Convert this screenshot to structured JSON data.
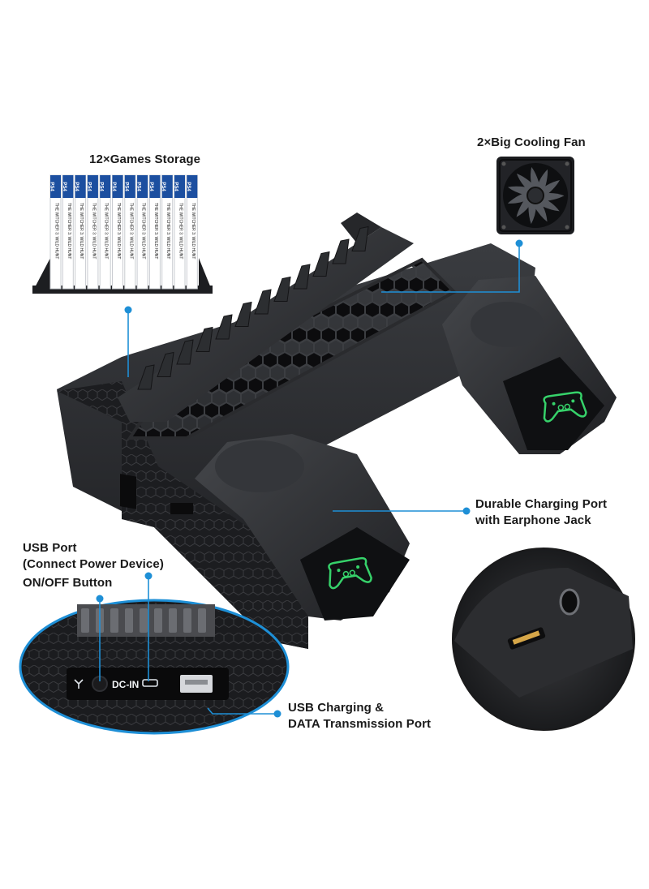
{
  "labels": {
    "games_storage": "12×Games Storage",
    "cooling_fan": "2×Big Cooling Fan",
    "charging_port": [
      "Durable Charging Port",
      "with Earphone Jack"
    ],
    "usb_port": [
      "USB Port",
      "(Connect Power Device)"
    ],
    "onoff_button": "ON/OFF Button",
    "usb_charging": [
      "USB Charging &",
      "DATA Transmission Port"
    ]
  },
  "device_print": {
    "dc_in": "DC-IN",
    "game_case_brand": "PS4",
    "game_case_title": "THE WITCHER 3: WILD HUNT"
  },
  "game_case_count": 12,
  "colors": {
    "callout_line": "#1e8fd6",
    "callout_dot": "#1e8fd6",
    "body": "#2a2c2f",
    "body_dark": "#16171a",
    "case_blue": "#1c4fa0",
    "controller_glow": "#36d26a"
  },
  "icons": [
    "fan-icon",
    "controller-icon",
    "usb-port-icon",
    "micro-usb-icon",
    "power-button-icon"
  ]
}
